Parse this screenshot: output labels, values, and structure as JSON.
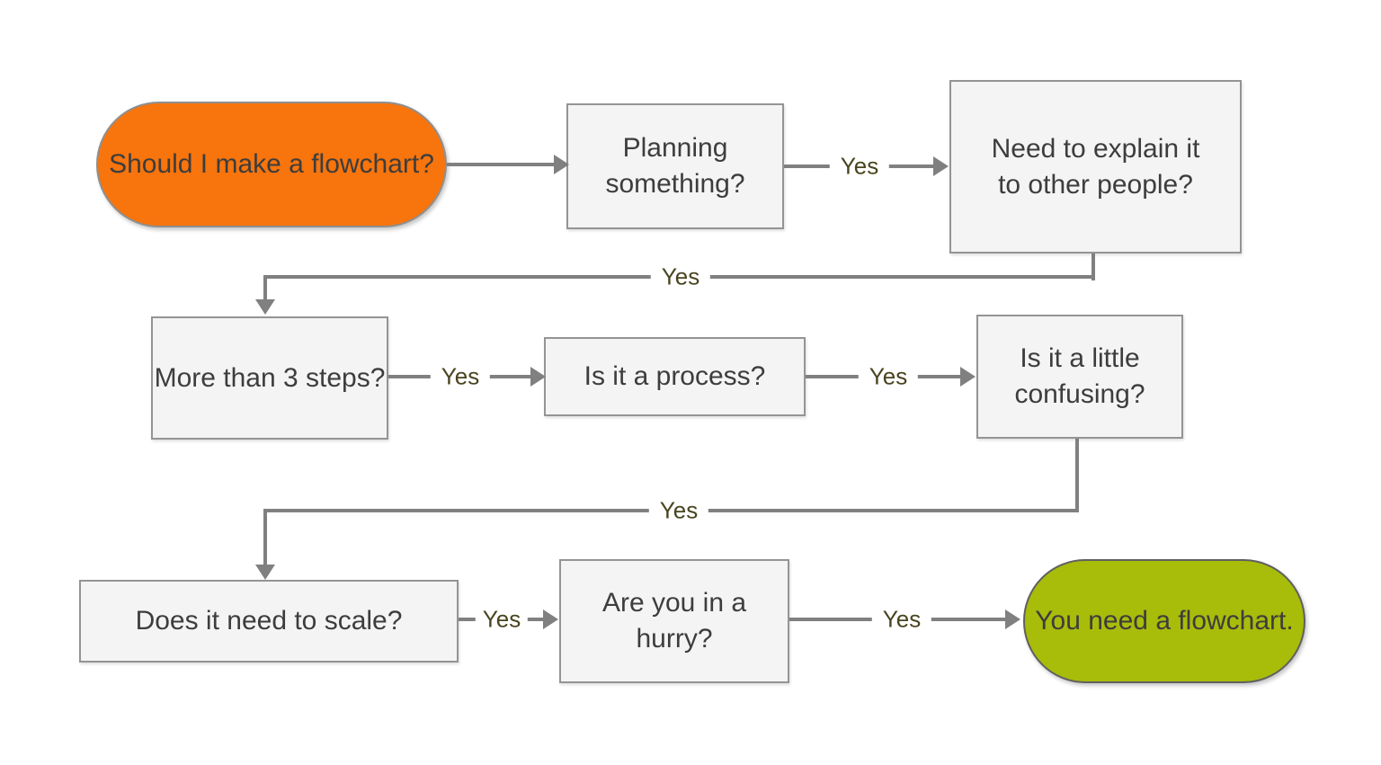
{
  "diagram": {
    "nodes": {
      "start": {
        "label": "Should I make a flowchart?",
        "shape": "rounded",
        "fill": "#f8740c"
      },
      "planning": {
        "label": "Planning something?",
        "shape": "rectangle",
        "fill": "#f4f4f4"
      },
      "explain": {
        "label": "Need to explain it to other people?",
        "shape": "rectangle",
        "fill": "#f4f4f4"
      },
      "steps": {
        "label": "More than 3 steps?",
        "shape": "rectangle",
        "fill": "#f4f4f4"
      },
      "process": {
        "label": "Is it a process?",
        "shape": "rectangle",
        "fill": "#f4f4f4"
      },
      "confusing": {
        "label": "Is it a little confusing?",
        "shape": "rectangle",
        "fill": "#f4f4f4"
      },
      "scale": {
        "label": "Does it need to scale?",
        "shape": "rectangle",
        "fill": "#f4f4f4"
      },
      "hurry": {
        "label": "Are you in a hurry?",
        "shape": "rectangle",
        "fill": "#f4f4f4"
      },
      "end": {
        "label": "You need a flowchart.",
        "shape": "rounded",
        "fill": "#a8bc0a"
      }
    },
    "edge_labels": {
      "start_planning": "",
      "planning_explain": "Yes",
      "explain_steps": "Yes",
      "steps_process": "Yes",
      "process_confusing": "Yes",
      "confusing_scale": "Yes",
      "scale_hurry": "Yes",
      "hurry_end": "Yes"
    },
    "colors": {
      "start_fill": "#f8740c",
      "end_fill": "#a8bc0a",
      "box_fill": "#f4f4f4",
      "box_border": "#949494",
      "connector": "#808080",
      "node_text": "#3d3d3d",
      "edge_label_text": "#4a4520",
      "background": "#ffffff"
    }
  }
}
